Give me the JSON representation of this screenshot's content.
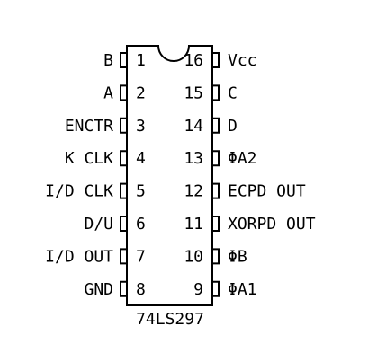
{
  "part_number": "74LS297",
  "pins": [
    {
      "num": "1",
      "label": "B",
      "side": "left"
    },
    {
      "num": "2",
      "label": "A",
      "side": "left"
    },
    {
      "num": "3",
      "label": "ENCTR",
      "side": "left"
    },
    {
      "num": "4",
      "label": "K CLK",
      "side": "left"
    },
    {
      "num": "5",
      "label": "I/D CLK",
      "side": "left"
    },
    {
      "num": "6",
      "label": "D/U",
      "side": "left"
    },
    {
      "num": "7",
      "label": "I/D OUT",
      "side": "left"
    },
    {
      "num": "8",
      "label": "GND",
      "side": "left"
    },
    {
      "num": "9",
      "label": "ΦA1",
      "side": "right"
    },
    {
      "num": "10",
      "label": "ΦB",
      "side": "right"
    },
    {
      "num": "11",
      "label": "XORPD OUT",
      "side": "right"
    },
    {
      "num": "12",
      "label": "ECPD OUT",
      "side": "right"
    },
    {
      "num": "13",
      "label": "ΦA2",
      "side": "right"
    },
    {
      "num": "14",
      "label": "D",
      "side": "right"
    },
    {
      "num": "15",
      "label": "C",
      "side": "right"
    },
    {
      "num": "16",
      "label": "Vcc",
      "side": "right"
    }
  ]
}
